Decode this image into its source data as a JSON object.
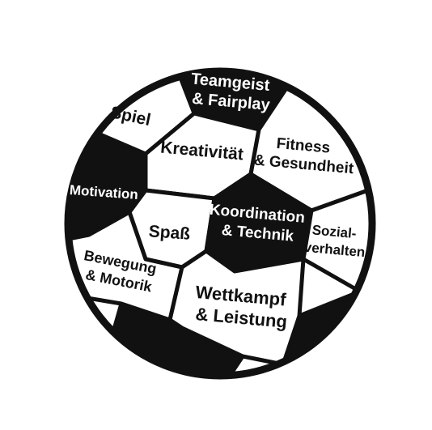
{
  "colors": {
    "ink": "#111111",
    "paper": "#ffffff"
  },
  "patches": [
    {
      "id": "teamgeist",
      "lines": [
        "Teamgeist",
        "& Fairplay"
      ],
      "dark": true
    },
    {
      "id": "spiel",
      "lines": [
        "Spiel"
      ],
      "dark": false
    },
    {
      "id": "kreativitaet",
      "lines": [
        "Kreativität"
      ],
      "dark": false
    },
    {
      "id": "fitness",
      "lines": [
        "Fitness",
        "& Gesundheit"
      ],
      "dark": false
    },
    {
      "id": "motivation",
      "lines": [
        "Motivation"
      ],
      "dark": true
    },
    {
      "id": "spass",
      "lines": [
        "Spaß"
      ],
      "dark": false
    },
    {
      "id": "koordination",
      "lines": [
        "Koordination",
        "& Technik"
      ],
      "dark": true
    },
    {
      "id": "sozialverhalten",
      "lines": [
        "Sozial-",
        "verhalten"
      ],
      "dark": false
    },
    {
      "id": "bewegung",
      "lines": [
        "Bewegung",
        "& Motorik"
      ],
      "dark": false
    },
    {
      "id": "wettkampf",
      "lines": [
        "Wettkampf",
        "& Leistung"
      ],
      "dark": false
    }
  ]
}
